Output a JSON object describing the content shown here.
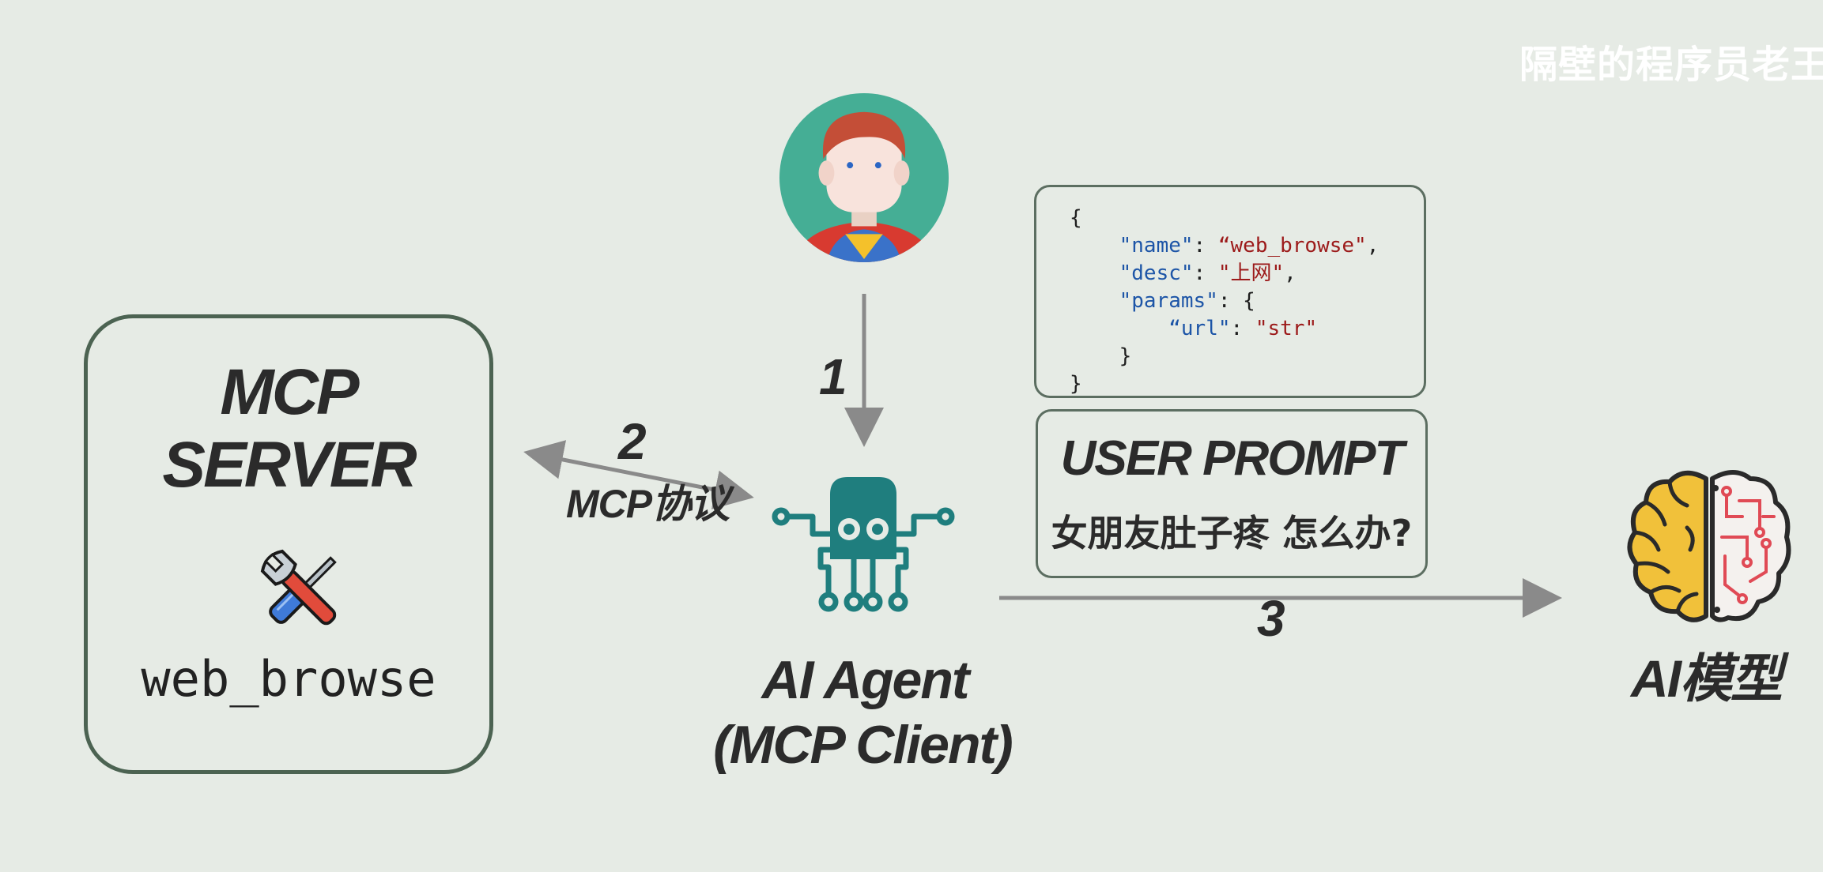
{
  "watermark": "隔壁的程序员老王",
  "mcp_server": {
    "title_line1": "MCP",
    "title_line2": "SERVER",
    "tool_name": "web_browse",
    "tool_icon": "wrench-screwdriver-icon"
  },
  "steps": {
    "step1": "1",
    "step2": "2",
    "step3": "3",
    "protocol_label": "MCP协议"
  },
  "agent": {
    "icon": "octopus-circuit-icon",
    "name": "AI Agent",
    "subtitle": "(MCP Client)"
  },
  "user": {
    "icon": "superhero-avatar-icon"
  },
  "tool_spec": {
    "open_brace": "{",
    "name_key": "\"name\"",
    "name_value": "“web_browse\"",
    "desc_key": "\"desc\"",
    "desc_value": "\"上网\"",
    "params_key": "\"params\"",
    "url_key": "“url\"",
    "url_value": "\"str\"",
    "inner_close": "}",
    "close_brace": "}"
  },
  "prompt": {
    "title": "USER PROMPT",
    "text": "女朋友肚子疼 怎么办?"
  },
  "model": {
    "icon": "brain-circuit-icon",
    "name": "AI模型"
  },
  "colors": {
    "background": "#e6ebe5",
    "box_border": "#4c6352",
    "arrow": "#8a8a8a",
    "agent_teal": "#1f7e7e",
    "json_key": "#1d55a7",
    "json_value": "#9c1a1a"
  }
}
